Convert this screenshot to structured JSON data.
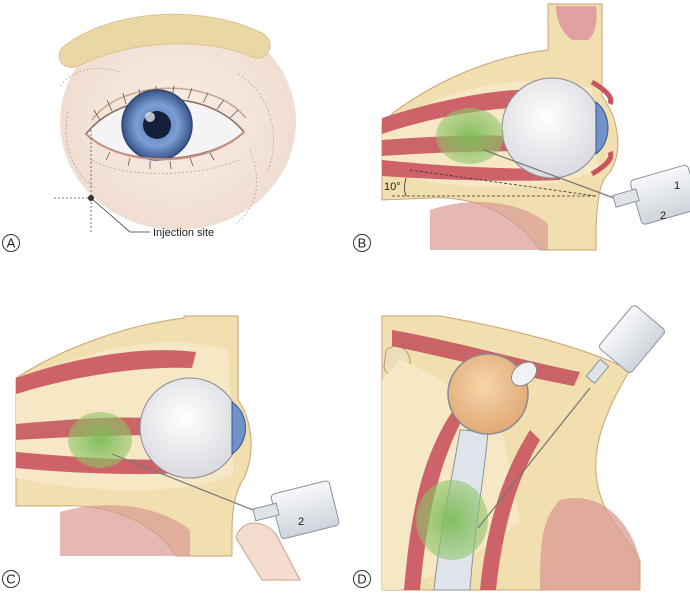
{
  "panels": [
    {
      "letter": "A"
    },
    {
      "letter": "B"
    },
    {
      "letter": "C"
    },
    {
      "letter": "D"
    }
  ],
  "labels": {
    "injection_site": "Injection site",
    "angle": "10°",
    "needle_position_1": "1",
    "needle_position_2": "2",
    "panel_c_position": "2"
  },
  "colors": {
    "skin": "#f6e9de",
    "brow": "#ead7a6",
    "iris": "#6f93c9",
    "bone": "#f1dfb0",
    "muscle": "#c9545f",
    "anesthetic": "#7dbb55",
    "globe": "#f2f2f4",
    "syringe": "#e4e8ed"
  }
}
